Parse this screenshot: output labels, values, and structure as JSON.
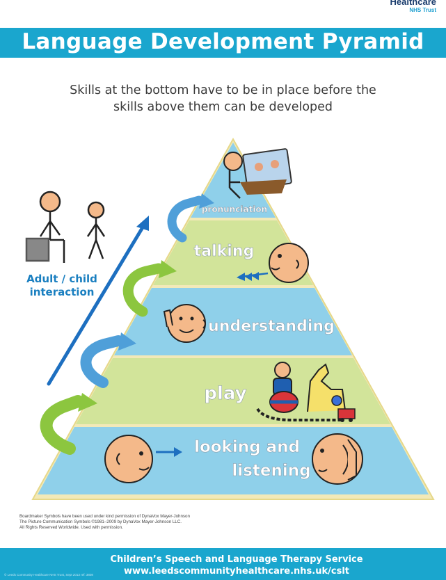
{
  "header": {
    "org_name": "Healthcare",
    "org_sub": "NHS Trust",
    "title": "Language Development Pyramid",
    "subtitle_line1": "Skills at the bottom have to be in place before the",
    "subtitle_line2": "skills above them can be developed"
  },
  "pyramid": {
    "levels": [
      {
        "label": "pronunciation"
      },
      {
        "label": "talking"
      },
      {
        "label": "understanding"
      },
      {
        "label": "play"
      },
      {
        "label_line1": "looking and",
        "label_line2": "listening"
      }
    ]
  },
  "side_label_line1": "Adult / child",
  "side_label_line2": "interaction",
  "permission": {
    "line1": "Boardmaker Symbols have been used under kind permission of DynaVox Mayer-Johnson",
    "line2": "The Picture Communication Symbols ©1981–2009 by DynaVox Mayer-Johnson LLC.",
    "line3": "All Rights Reserved Worldwide. Used with permission."
  },
  "footer": {
    "line1": "Children’s Speech and Language Therapy Service",
    "line2": "www.leedscommunityhealthcare.nhs.uk/cslt",
    "small": "© Leeds Community Healthcare NHS Trust, Sept 2013 ref: 3808"
  },
  "colors": {
    "header_blue": "#1aa6ce",
    "level_blue": "#8fd0ea",
    "level_green": "#d2e49a",
    "arrow_blue": "#1d6fc0",
    "skin": "#f4b98a"
  }
}
